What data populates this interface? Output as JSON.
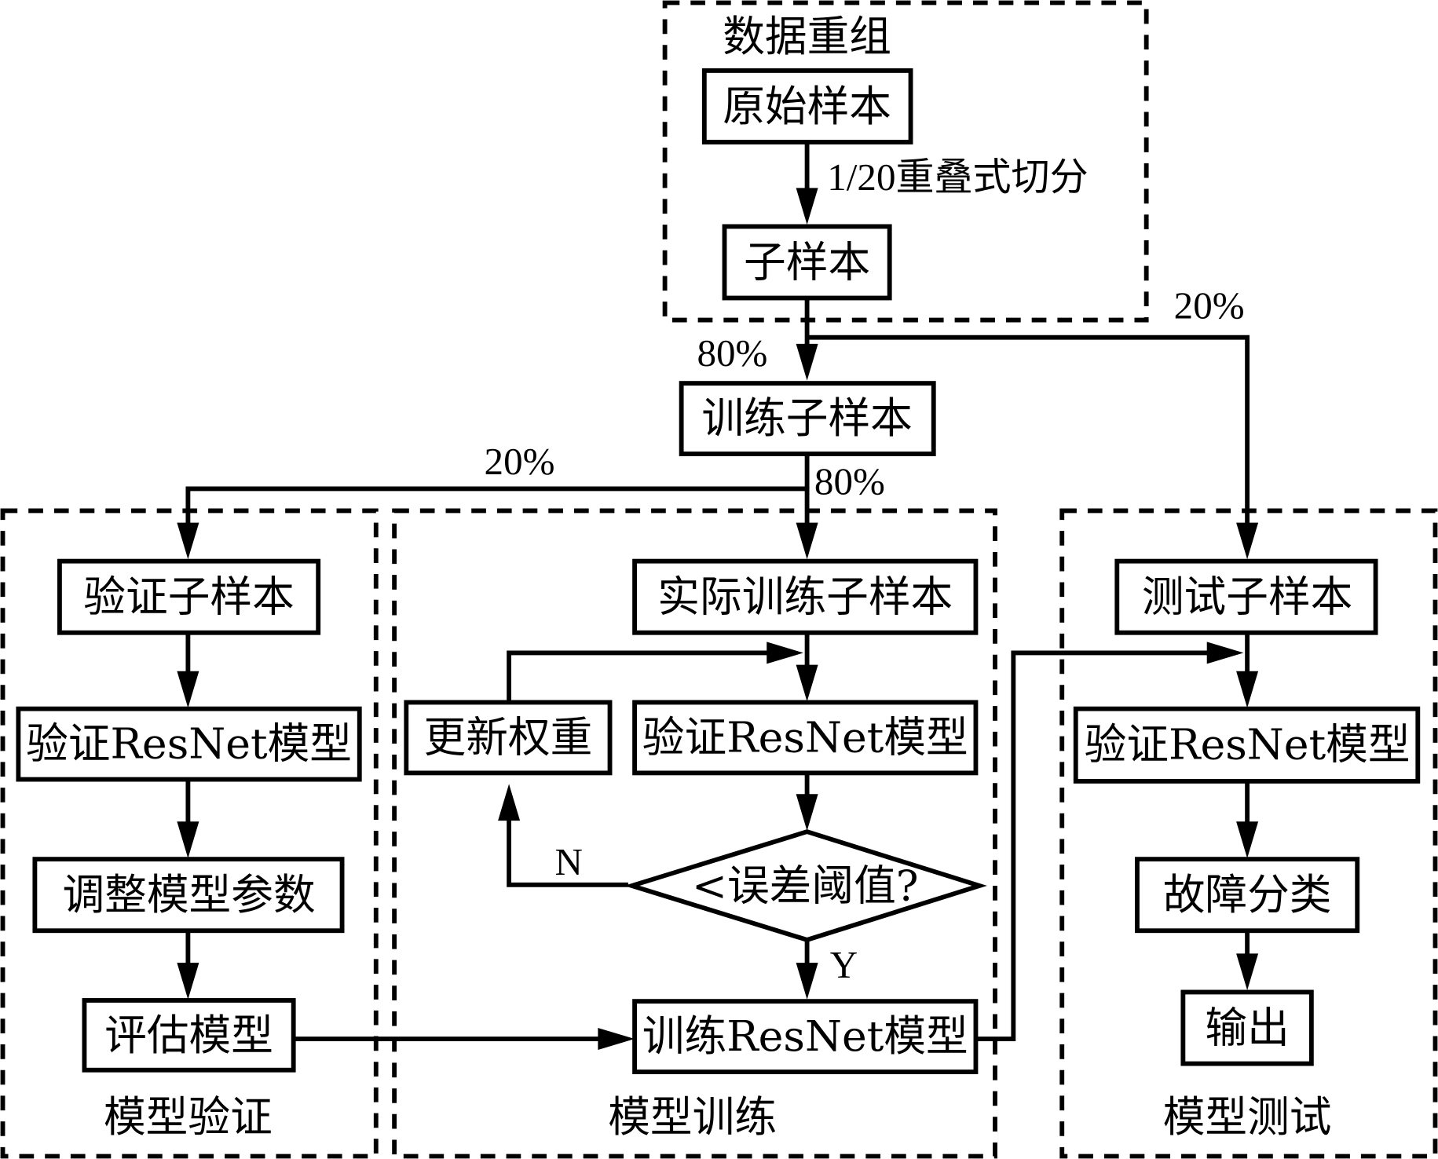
{
  "regions": {
    "data_regroup": "数据重组",
    "validation": "模型验证",
    "training": "模型训练",
    "testing": "模型测试"
  },
  "nodes": {
    "raw_sample": "原始样本",
    "sub_sample": "子样本",
    "train_sub_sample": "训练子样本",
    "val_sub_sample": "验证子样本",
    "val_resnet_left": "验证ResNet模型",
    "tune_params": "调整模型参数",
    "evaluate_model": "评估模型",
    "actual_train_sub_sample": "实际训练子样本",
    "update_weights": "更新权重",
    "val_resnet_mid": "验证ResNet模型",
    "error_threshold": "<误差阈值?",
    "train_resnet": "训练ResNet模型",
    "test_sub_sample": "测试子样本",
    "val_resnet_right": "验证ResNet模型",
    "fault_classify": "故障分类",
    "output": "输出"
  },
  "edge_labels": {
    "overlap_split": "1/20重叠式切分",
    "to_test_pct": "20%",
    "to_train_pct": "80%",
    "to_val_pct": "20%",
    "to_actual_train_pct": "80%",
    "no": "N",
    "yes": "Y"
  }
}
